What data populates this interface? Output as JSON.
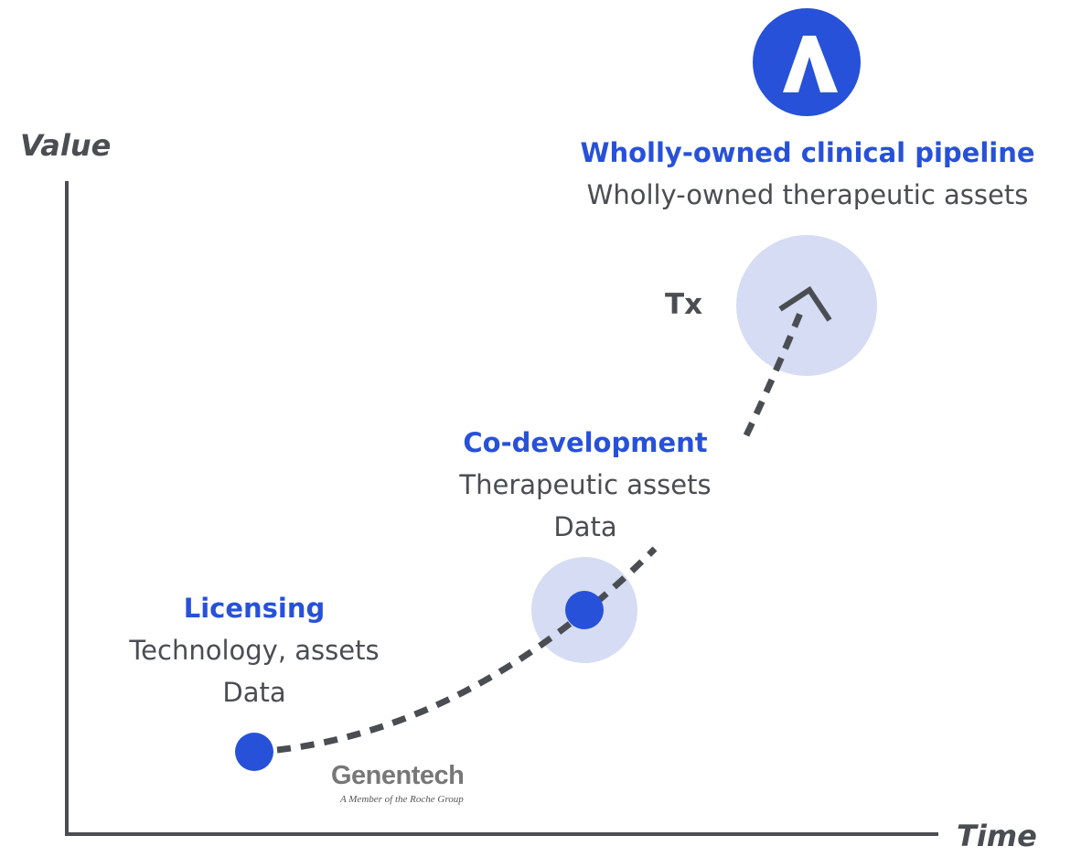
{
  "colors": {
    "accent": "#2751d9",
    "axis": "#4a4d52",
    "text": "#4a4d52",
    "halo": "#d5dcf3",
    "path": "#4a4d52"
  },
  "axes": {
    "y_label": "Value",
    "x_label": "Time"
  },
  "stages": {
    "licensing": {
      "title": "Licensing",
      "line1": "Technology, assets",
      "line2": "Data"
    },
    "codevelopment": {
      "title": "Co-development",
      "line1": "Therapeutic assets",
      "line2": "Data"
    },
    "wholly_owned": {
      "title": "Wholly-owned clinical pipeline",
      "line1": "Wholly-owned therapeutic assets",
      "marker": "Tx"
    }
  },
  "partner_logo": {
    "name": "Genentech",
    "tagline": "A Member of the Roche Group"
  },
  "brand_logo": {
    "icon": "a-letter-logo-icon"
  }
}
